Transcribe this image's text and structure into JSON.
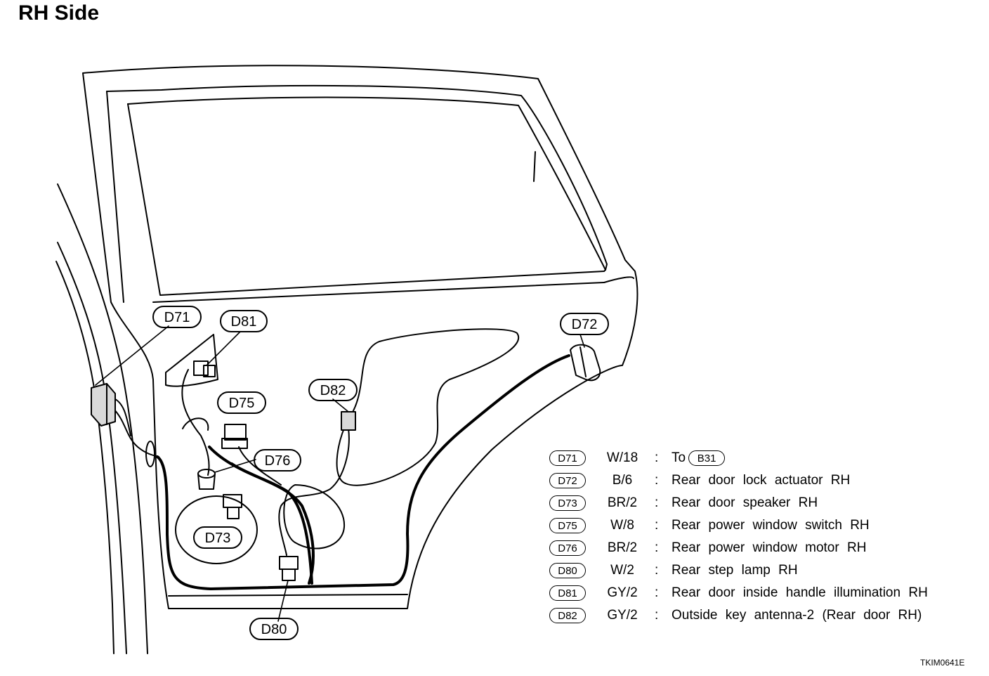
{
  "title": "RH Side",
  "callouts": {
    "d71": "D71",
    "d81": "D81",
    "d72": "D72",
    "d75": "D75",
    "d82": "D82",
    "d76": "D76",
    "d73": "D73",
    "d80": "D80"
  },
  "legend": [
    {
      "connector": "D71",
      "wire": "W/18",
      "description": "To",
      "ref": "B31"
    },
    {
      "connector": "D72",
      "wire": "B/6",
      "description": "Rear door lock actuator RH"
    },
    {
      "connector": "D73",
      "wire": "BR/2",
      "description": "Rear door speaker RH"
    },
    {
      "connector": "D75",
      "wire": "W/8",
      "description": "Rear power window switch RH"
    },
    {
      "connector": "D76",
      "wire": "BR/2",
      "description": "Rear power window motor RH"
    },
    {
      "connector": "D80",
      "wire": "W/2",
      "description": "Rear step lamp RH"
    },
    {
      "connector": "D81",
      "wire": "GY/2",
      "description": "Rear door inside handle illumination RH"
    },
    {
      "connector": "D82",
      "wire": "GY/2",
      "description": "Outside key antenna-2 (Rear door RH)"
    }
  ],
  "colon": ":",
  "figure_code": "TKIM0641E"
}
